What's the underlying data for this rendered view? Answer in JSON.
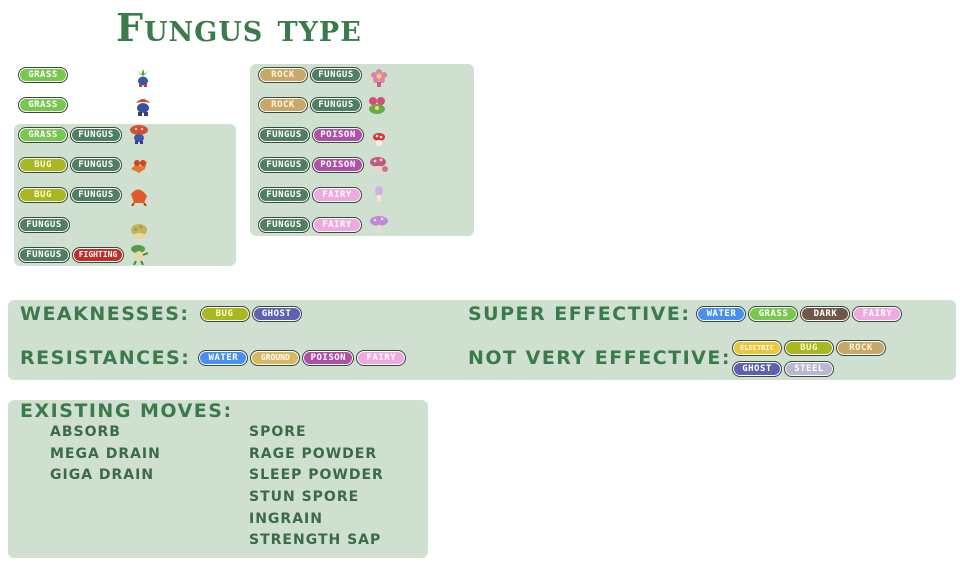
{
  "title": "Fungus type",
  "pokemon_left": [
    {
      "types": [
        "GRASS"
      ],
      "sprite": "oddish-sprite"
    },
    {
      "types": [
        "GRASS"
      ],
      "sprite": "gloom-sprite"
    },
    {
      "types": [
        "GRASS",
        "FUNGUS"
      ],
      "sprite": "vileplume-sprite"
    },
    {
      "types": [
        "BUG",
        "FUNGUS"
      ],
      "sprite": "paras-sprite"
    },
    {
      "types": [
        "BUG",
        "FUNGUS"
      ],
      "sprite": "parasect-sprite"
    },
    {
      "types": [
        "FUNGUS"
      ],
      "sprite": "shroomish-sprite"
    },
    {
      "types": [
        "FUNGUS",
        "FIGHTING"
      ],
      "sprite": "breloom-sprite"
    }
  ],
  "pokemon_right": [
    {
      "types": [
        "ROCK",
        "FUNGUS"
      ],
      "sprite": "lileep-sprite"
    },
    {
      "types": [
        "ROCK",
        "FUNGUS"
      ],
      "sprite": "cradily-sprite"
    },
    {
      "types": [
        "FUNGUS",
        "POISON"
      ],
      "sprite": "foongus-sprite"
    },
    {
      "types": [
        "FUNGUS",
        "POISON"
      ],
      "sprite": "amoonguss-sprite"
    },
    {
      "types": [
        "FUNGUS",
        "FAIRY"
      ],
      "sprite": "morelull-sprite"
    },
    {
      "types": [
        "FUNGUS",
        "FAIRY"
      ],
      "sprite": "shiinotic-sprite"
    }
  ],
  "weaknesses": {
    "label": "WEAKNESSES:",
    "types": [
      "BUG",
      "GHOST"
    ]
  },
  "resistances": {
    "label": "RESISTANCES:",
    "types": [
      "WATER",
      "GROUND",
      "POISON",
      "FAIRY"
    ]
  },
  "super_effective": {
    "label": "SUPER EFFECTIVE:",
    "types": [
      "WATER",
      "GRASS",
      "DARK",
      "FAIRY"
    ]
  },
  "not_very_effective": {
    "label": "NOT VERY EFFECTIVE:",
    "types_line1": [
      "ELECTRIC",
      "BUG",
      "ROCK"
    ],
    "types_line2": [
      "GHOST",
      "STEEL"
    ]
  },
  "moves": {
    "label": "EXISTING MOVES:",
    "col1": [
      "ABSORB",
      "MEGA DRAIN",
      "GIGA DRAIN"
    ],
    "col2": [
      "SPORE",
      "RAGE POWDER",
      "SLEEP POWDER",
      "STUN SPORE",
      "INGRAIN",
      "STRENGTH SAP"
    ]
  },
  "colors": {
    "accent": "#3b7a4b",
    "panel": "#cfe0d0",
    "GRASS": "#78c850",
    "FUNGUS": "#4f7f63",
    "BUG": "#a8b820",
    "ROCK": "#c8a868",
    "POISON": "#b050a8",
    "FAIRY": "#f0a8e0",
    "FIGHTING": "#c03028",
    "GHOST": "#6060b0",
    "WATER": "#4890f0",
    "DARK": "#705848",
    "GROUND": "#d8b860",
    "ELECTRIC": "#e8c838",
    "STEEL": "#b8b8d0"
  }
}
